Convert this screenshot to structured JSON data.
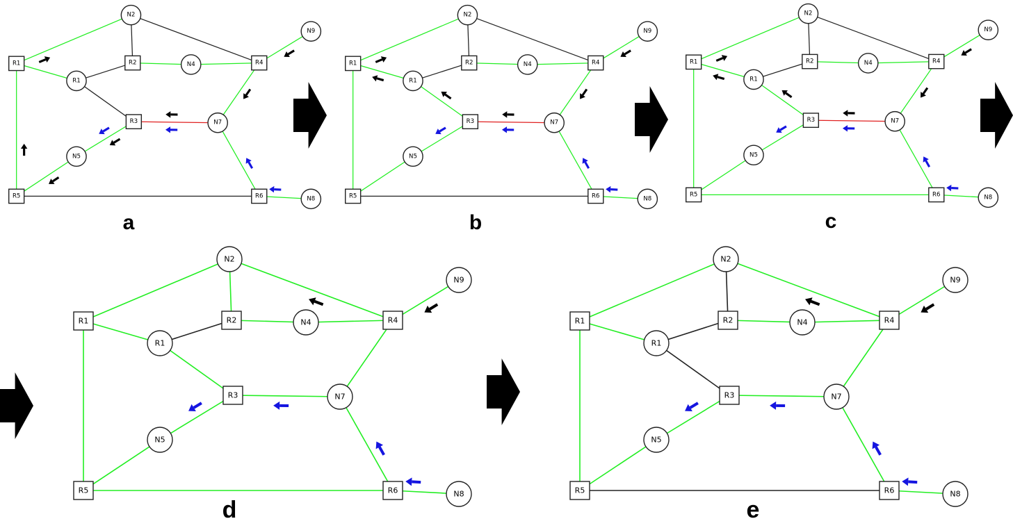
{
  "colors": {
    "green": "#22ee22",
    "black": "#222222",
    "red": "#e02020",
    "blue": "#1515e0",
    "arrow_black": "#000000"
  },
  "nodes": [
    {
      "id": "N2",
      "shape": "circle"
    },
    {
      "id": "R1",
      "shape": "square"
    },
    {
      "id": "R2",
      "shape": "square"
    },
    {
      "id": "N4",
      "shape": "circle"
    },
    {
      "id": "R4",
      "shape": "square"
    },
    {
      "id": "N9",
      "shape": "circle"
    },
    {
      "id": "R1c",
      "label": "R1",
      "shape": "circle"
    },
    {
      "id": "R3",
      "shape": "square"
    },
    {
      "id": "N7",
      "shape": "circle"
    },
    {
      "id": "N5",
      "shape": "circle"
    },
    {
      "id": "R5",
      "shape": "square"
    },
    {
      "id": "R6",
      "shape": "square"
    },
    {
      "id": "N8",
      "shape": "circle"
    }
  ],
  "edges": [
    [
      "R1",
      "N2"
    ],
    [
      "N2",
      "R2"
    ],
    [
      "N2",
      "R4"
    ],
    [
      "R1",
      "R1c"
    ],
    [
      "R1c",
      "R2"
    ],
    [
      "R2",
      "N4"
    ],
    [
      "N4",
      "R4"
    ],
    [
      "R4",
      "N9"
    ],
    [
      "R4",
      "N7"
    ],
    [
      "R1c",
      "R3"
    ],
    [
      "R3",
      "N7"
    ],
    [
      "R3",
      "N5"
    ],
    [
      "N5",
      "R5"
    ],
    [
      "R1",
      "R5"
    ],
    [
      "R5",
      "R6"
    ],
    [
      "R6",
      "N7"
    ],
    [
      "R6",
      "N8"
    ]
  ],
  "panels": [
    {
      "label": "a",
      "edge_colors": [
        "green",
        "black",
        "black",
        "green",
        "black",
        "green",
        "green",
        "green",
        "green",
        "black",
        "red",
        "green",
        "green",
        "green",
        "black",
        "green",
        "green"
      ],
      "arrows": [
        {
          "edge": [
            "R1",
            "N2"
          ],
          "t": 0.22,
          "side": 1,
          "dir": "to",
          "color": "black"
        },
        {
          "edge": [
            "R4",
            "N9"
          ],
          "t": 0.5,
          "side": 1,
          "dir": "from",
          "color": "black"
        },
        {
          "edge": [
            "R4",
            "N7"
          ],
          "t": 0.45,
          "side": -1,
          "dir": "to",
          "color": "black"
        },
        {
          "edge": [
            "R3",
            "N7"
          ],
          "t": 0.45,
          "side": -1,
          "dir": "from",
          "color": "black"
        },
        {
          "edge": [
            "R3",
            "N7"
          ],
          "t": 0.45,
          "side": 1,
          "dir": "from",
          "color": "blue"
        },
        {
          "edge": [
            "R3",
            "N5"
          ],
          "t": 0.4,
          "side": -1,
          "dir": "to",
          "color": "black"
        },
        {
          "edge": [
            "R3",
            "N5"
          ],
          "t": 0.45,
          "side": 1,
          "dir": "to",
          "color": "blue"
        },
        {
          "edge": [
            "N5",
            "R5"
          ],
          "t": 0.45,
          "side": -1,
          "dir": "to",
          "color": "black"
        },
        {
          "edge": [
            "R1",
            "R5"
          ],
          "t": 0.65,
          "side": -1,
          "dir": "from",
          "color": "black"
        },
        {
          "edge": [
            "R6",
            "N7"
          ],
          "t": 0.4,
          "side": 1,
          "dir": "to",
          "color": "blue"
        },
        {
          "edge": [
            "R6",
            "N8"
          ],
          "t": 0.3,
          "side": -1,
          "dir": "from",
          "color": "blue"
        }
      ]
    },
    {
      "label": "b",
      "edge_colors": [
        "green",
        "black",
        "black",
        "green",
        "black",
        "green",
        "green",
        "green",
        "green",
        "green",
        "red",
        "green",
        "green",
        "green",
        "black",
        "green",
        "green"
      ],
      "arrows": [
        {
          "edge": [
            "R1",
            "N2"
          ],
          "t": 0.22,
          "side": 1,
          "dir": "to",
          "color": "black"
        },
        {
          "edge": [
            "R4",
            "N9"
          ],
          "t": 0.5,
          "side": 1,
          "dir": "from",
          "color": "black"
        },
        {
          "edge": [
            "R4",
            "N7"
          ],
          "t": 0.45,
          "side": -1,
          "dir": "to",
          "color": "black"
        },
        {
          "edge": [
            "R1",
            "R1c"
          ],
          "t": 0.45,
          "side": 1,
          "dir": "from",
          "color": "black"
        },
        {
          "edge": [
            "R1c",
            "R3"
          ],
          "t": 0.5,
          "side": -1,
          "dir": "from",
          "color": "black"
        },
        {
          "edge": [
            "R3",
            "N7"
          ],
          "t": 0.45,
          "side": -1,
          "dir": "from",
          "color": "black"
        },
        {
          "edge": [
            "R3",
            "N7"
          ],
          "t": 0.45,
          "side": 1,
          "dir": "from",
          "color": "blue"
        },
        {
          "edge": [
            "R3",
            "N5"
          ],
          "t": 0.45,
          "side": 1,
          "dir": "to",
          "color": "blue"
        },
        {
          "edge": [
            "R6",
            "N7"
          ],
          "t": 0.4,
          "side": 1,
          "dir": "to",
          "color": "blue"
        },
        {
          "edge": [
            "R6",
            "N8"
          ],
          "t": 0.3,
          "side": -1,
          "dir": "from",
          "color": "blue"
        }
      ]
    },
    {
      "label": "c",
      "edge_colors": [
        "green",
        "black",
        "black",
        "green",
        "black",
        "green",
        "green",
        "green",
        "green",
        "green",
        "red",
        "green",
        "green",
        "green",
        "green",
        "green",
        "green"
      ],
      "arrows": [
        {
          "edge": [
            "R1",
            "N2"
          ],
          "t": 0.22,
          "side": 1,
          "dir": "to",
          "color": "black"
        },
        {
          "edge": [
            "R4",
            "N9"
          ],
          "t": 0.5,
          "side": 1,
          "dir": "from",
          "color": "black"
        },
        {
          "edge": [
            "R4",
            "N7"
          ],
          "t": 0.45,
          "side": -1,
          "dir": "to",
          "color": "black"
        },
        {
          "edge": [
            "R1",
            "R1c"
          ],
          "t": 0.45,
          "side": 1,
          "dir": "from",
          "color": "black"
        },
        {
          "edge": [
            "R1c",
            "R3"
          ],
          "t": 0.5,
          "side": -1,
          "dir": "from",
          "color": "black"
        },
        {
          "edge": [
            "R3",
            "N7"
          ],
          "t": 0.45,
          "side": -1,
          "dir": "from",
          "color": "black"
        },
        {
          "edge": [
            "R3",
            "N7"
          ],
          "t": 0.45,
          "side": 1,
          "dir": "from",
          "color": "blue"
        },
        {
          "edge": [
            "R3",
            "N5"
          ],
          "t": 0.45,
          "side": 1,
          "dir": "to",
          "color": "blue"
        },
        {
          "edge": [
            "R6",
            "N7"
          ],
          "t": 0.4,
          "side": 1,
          "dir": "to",
          "color": "blue"
        },
        {
          "edge": [
            "R6",
            "N8"
          ],
          "t": 0.3,
          "side": -1,
          "dir": "from",
          "color": "blue"
        }
      ]
    },
    {
      "label": "d",
      "edge_colors": [
        "green",
        "green",
        "green",
        "green",
        "black",
        "green",
        "green",
        "green",
        "green",
        "green",
        "green",
        "green",
        "green",
        "green",
        "green",
        "green",
        "green"
      ],
      "arrows": [
        {
          "edge": [
            "N2",
            "R4"
          ],
          "t": 0.55,
          "side": 1,
          "dir": "from",
          "color": "black"
        },
        {
          "edge": [
            "R4",
            "N9"
          ],
          "t": 0.5,
          "side": 1,
          "dir": "from",
          "color": "black"
        },
        {
          "edge": [
            "R3",
            "N7"
          ],
          "t": 0.45,
          "side": 1,
          "dir": "from",
          "color": "blue"
        },
        {
          "edge": [
            "R3",
            "N5"
          ],
          "t": 0.45,
          "side": 1,
          "dir": "to",
          "color": "blue"
        },
        {
          "edge": [
            "R6",
            "N7"
          ],
          "t": 0.4,
          "side": 1,
          "dir": "to",
          "color": "blue"
        },
        {
          "edge": [
            "R6",
            "N8"
          ],
          "t": 0.3,
          "side": -1,
          "dir": "from",
          "color": "blue"
        }
      ]
    },
    {
      "label": "e",
      "edge_colors": [
        "green",
        "black",
        "green",
        "green",
        "black",
        "green",
        "green",
        "green",
        "green",
        "black",
        "green",
        "green",
        "green",
        "green",
        "black",
        "green",
        "green"
      ],
      "arrows": [
        {
          "edge": [
            "N2",
            "R4"
          ],
          "t": 0.55,
          "side": 1,
          "dir": "from",
          "color": "black"
        },
        {
          "edge": [
            "R4",
            "N9"
          ],
          "t": 0.5,
          "side": 1,
          "dir": "from",
          "color": "black"
        },
        {
          "edge": [
            "R3",
            "N7"
          ],
          "t": 0.45,
          "side": 1,
          "dir": "from",
          "color": "blue"
        },
        {
          "edge": [
            "R3",
            "N5"
          ],
          "t": 0.45,
          "side": 1,
          "dir": "to",
          "color": "blue"
        },
        {
          "edge": [
            "R6",
            "N7"
          ],
          "t": 0.4,
          "side": 1,
          "dir": "to",
          "color": "blue"
        },
        {
          "edge": [
            "R6",
            "N8"
          ],
          "t": 0.3,
          "side": -1,
          "dir": "from",
          "color": "blue"
        }
      ]
    }
  ],
  "step_arrows_count": 4
}
